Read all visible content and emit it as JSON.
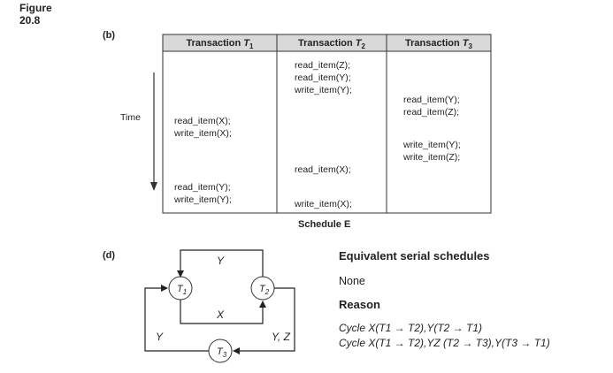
{
  "figure": {
    "label": "Figure 20.8"
  },
  "part_b": {
    "label": "(b)",
    "columns": [
      "Transaction T1",
      "Transaction T2",
      "Transaction T3"
    ],
    "time_label": "Time",
    "ops_t1": [
      "read_item(X);",
      "write_item(X);",
      "read_item(Y);",
      "write_item(Y);"
    ],
    "ops_t2": [
      "read_item(Z);",
      "read_item(Y);",
      "write_item(Y);",
      "read_item(X);",
      "write_item(X);"
    ],
    "ops_t3": [
      "read_item(Y);",
      "read_item(Z);",
      "write_item(Y);",
      "write_item(Z);"
    ],
    "caption": "Schedule E"
  },
  "part_d": {
    "label": "(d)",
    "nodes": [
      "T1",
      "T2",
      "T3"
    ],
    "edge_labels": [
      "Y",
      "X",
      "Y",
      "Y, Z"
    ],
    "equiv_title": "Equivalent serial schedules",
    "equiv_value": "None",
    "reason_title": "Reason",
    "cycles": [
      "Cycle X(T1 → T2),Y(T2 → T1)",
      "Cycle X(T1 → T2),YZ (T2 → T3),Y(T3 → T1)"
    ]
  }
}
